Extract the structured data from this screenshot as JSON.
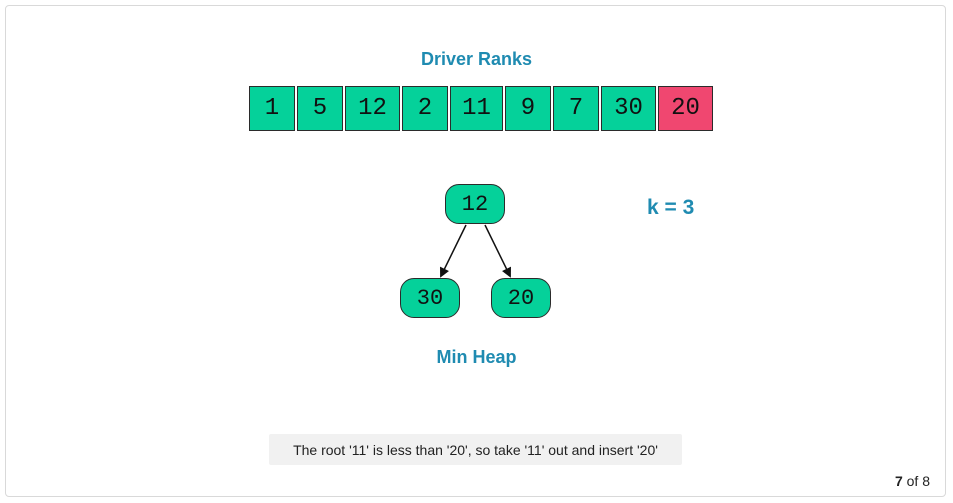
{
  "array_title": "Driver Ranks",
  "array": [
    {
      "value": "1",
      "state": "normal"
    },
    {
      "value": "5",
      "state": "normal"
    },
    {
      "value": "12",
      "state": "normal"
    },
    {
      "value": "2",
      "state": "normal"
    },
    {
      "value": "11",
      "state": "normal"
    },
    {
      "value": "9",
      "state": "normal"
    },
    {
      "value": "7",
      "state": "normal"
    },
    {
      "value": "30",
      "state": "normal"
    },
    {
      "value": "20",
      "state": "highlight"
    }
  ],
  "heap": {
    "root": "12",
    "left": "30",
    "right": "20"
  },
  "heap_title": "Min Heap",
  "k_label": "k = 3",
  "caption": "The root '11' is less than '20', so take '11' out and insert '20'",
  "pager": {
    "current": "7",
    "separator": "of",
    "total": "8"
  },
  "colors": {
    "title": "#1f8bb1",
    "node": "#05d19a",
    "highlight": "#f04770"
  }
}
